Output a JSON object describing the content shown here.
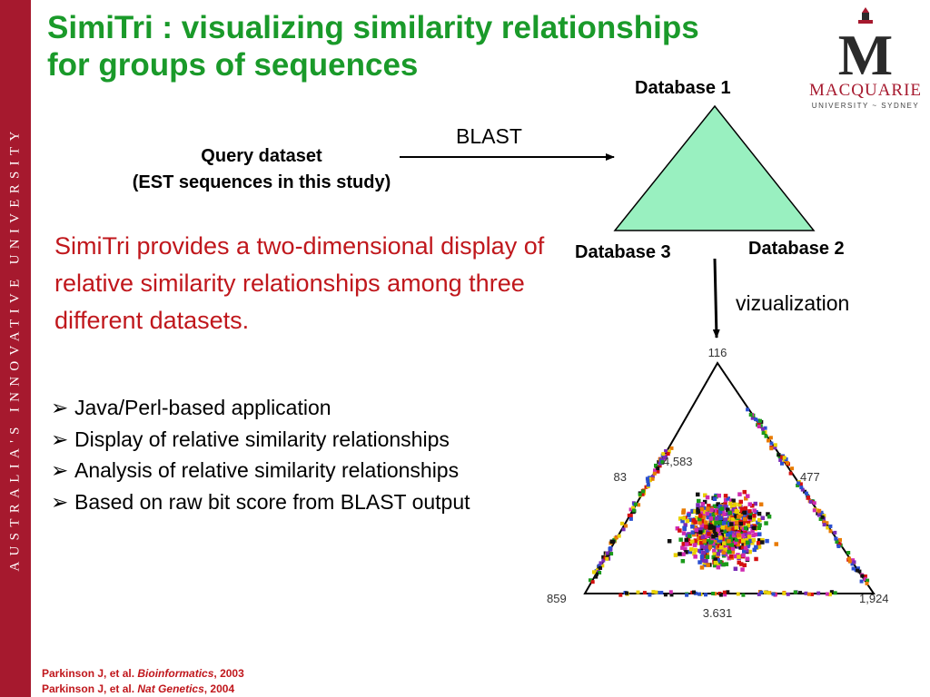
{
  "sidebar": {
    "text": "AUSTRALIA'S INNOVATIVE UNIVERSITY",
    "color": "#a6192e"
  },
  "title": {
    "line1": "SimiTri : visualizing similarity relationships",
    "line2": "for groups of sequences",
    "color": "#1a9a2a"
  },
  "logo": {
    "letter": "M",
    "name": "MACQUARIE",
    "subtitle": "UNIVERSITY ~ SYDNEY"
  },
  "diagram": {
    "database_1": "Database 1",
    "database_2": "Database 2",
    "database_3": "Database 3",
    "blast": "BLAST",
    "query_line1": "Query dataset",
    "query_line2": "(EST sequences in this study)",
    "visualization": "vizualization",
    "triangle_fill": "#99f0c0"
  },
  "lead": {
    "text": "SimiTri provides a two-dimensional display of relative similarity relationships among three different datasets.",
    "color": "#c0171c"
  },
  "bullets": [
    "Java/Perl-based application",
    "Display of relative similarity relationships",
    "Analysis of relative similarity relationships",
    "Based on raw bit score from BLAST output"
  ],
  "bullet_icon": "arrow-bullet-icon",
  "plot_labels": {
    "top": "116",
    "left_edge": "83",
    "right_edge": "477",
    "bottom_left": "859",
    "bottom_right": "1,924",
    "bottom_edge": "3.631",
    "center": "4,583"
  },
  "point_colors": [
    "#e8d000",
    "#d41010",
    "#1a9a1a",
    "#7a2bb8",
    "#2b4fd0",
    "#e87a00",
    "#d02ab0",
    "#111111"
  ],
  "references": [
    {
      "authors": "Parkinson J, et al.",
      "journal": "Bioinformatics",
      "year": ", 2003"
    },
    {
      "authors": "Parkinson J, et al.",
      "journal": "Nat Genetics",
      "year": ", 2004"
    }
  ]
}
